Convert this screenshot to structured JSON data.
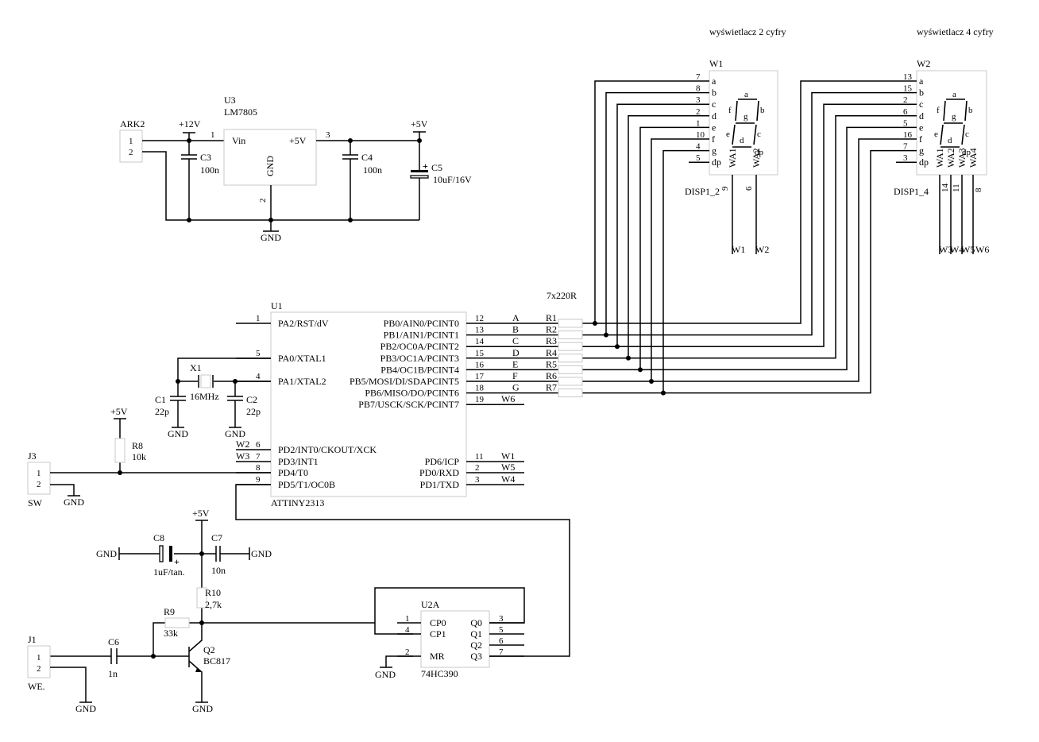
{
  "display_headers": {
    "d2": "wyświetlacz 2 cyfry",
    "d4": "wyświetlacz 4 cyfry"
  },
  "ark2": {
    "ref": "ARK2",
    "p1": "1",
    "p2": "2"
  },
  "u3": {
    "ref": "U3",
    "part": "LM7805",
    "vin": "Vin",
    "vout": "+5V",
    "gnd": "GND",
    "pin_in": "1",
    "pin_out": "3",
    "pin_gnd": "2"
  },
  "power": {
    "p12": "+12V",
    "p5": "+5V",
    "gnd": "GND"
  },
  "c3": {
    "ref": "C3",
    "val": "100n"
  },
  "c4": {
    "ref": "C4",
    "val": "100n"
  },
  "c5": {
    "ref": "C5",
    "val": "10uF/16V"
  },
  "w1disp": {
    "ref": "W1",
    "name": "DISP1_2",
    "pin_nums": [
      "7",
      "8",
      "3",
      "2",
      "1",
      "10",
      "4",
      "5"
    ],
    "pin_labels": [
      "a",
      "b",
      "c",
      "d",
      "e",
      "f",
      "g",
      "dp"
    ],
    "seg_letters": [
      "a",
      "b",
      "c",
      "d",
      "e",
      "f",
      "g",
      "dp"
    ],
    "anodes": [
      "WA1",
      "WA2"
    ],
    "anode_pins": [
      "9",
      "6"
    ],
    "nets": [
      "W1",
      "W2"
    ]
  },
  "w2disp": {
    "ref": "W2",
    "name": "DISP1_4",
    "pin_nums": [
      "13",
      "15",
      "2",
      "6",
      "5",
      "16",
      "7",
      "3"
    ],
    "pin_labels": [
      "a",
      "b",
      "c",
      "d",
      "e",
      "f",
      "g",
      "dp"
    ],
    "seg_letters": [
      "a",
      "b",
      "c",
      "d",
      "e",
      "f",
      "g",
      "dp"
    ],
    "anodes": [
      "WA1",
      "WA2",
      "WA3",
      "WA4"
    ],
    "anode_pins": [
      "14",
      "11",
      "",
      "8"
    ],
    "nets": [
      "W3",
      "W4",
      "W5",
      "W6"
    ]
  },
  "u1": {
    "ref": "U1",
    "part": "ATTINY2313",
    "left_pins": [
      {
        "num": "1",
        "name": "PA2/RST/dV",
        "net": ""
      },
      {
        "num": "5",
        "name": "PA0/XTAL1",
        "net": ""
      },
      {
        "num": "4",
        "name": "PA1/XTAL2",
        "net": ""
      },
      {
        "num": "6",
        "name": "PD2/INT0/CKOUT/XCK",
        "net": "W2"
      },
      {
        "num": "7",
        "name": "PD3/INT1",
        "net": "W3"
      },
      {
        "num": "8",
        "name": "PD4/T0",
        "net": ""
      },
      {
        "num": "9",
        "name": "PD5/T1/OC0B",
        "net": ""
      }
    ],
    "right_pins": [
      {
        "num": "12",
        "name": "PB0/AIN0/PCINT0",
        "net": "A"
      },
      {
        "num": "13",
        "name": "PB1/AIN1/PCINT1",
        "net": "B"
      },
      {
        "num": "14",
        "name": "PB2/OC0A/PCINT2",
        "net": "C"
      },
      {
        "num": "15",
        "name": "PB3/OC1A/PCINT3",
        "net": "D"
      },
      {
        "num": "16",
        "name": "PB4/OC1B/PCINT4",
        "net": "E"
      },
      {
        "num": "17",
        "name": "PB5/MOSI/DI/SDAPCINT5",
        "net": "F"
      },
      {
        "num": "18",
        "name": "PB6/MISO/DO/PCINT6",
        "net": "G"
      },
      {
        "num": "19",
        "name": "PB7/USCK/SCK/PCINT7",
        "net": "W6"
      }
    ],
    "right_pins2": [
      {
        "num": "11",
        "name": "PD6/ICP",
        "net": "W1"
      },
      {
        "num": "2",
        "name": "PD0/RXD",
        "net": "W5"
      },
      {
        "num": "3",
        "name": "PD1/TXD",
        "net": "W4"
      }
    ]
  },
  "rnet": {
    "label": "7x220R",
    "refs": [
      "R1",
      "R2",
      "R3",
      "R4",
      "R5",
      "R6",
      "R7"
    ]
  },
  "x1": {
    "ref": "X1",
    "val": "16MHz"
  },
  "c1": {
    "ref": "C1",
    "val": "22p"
  },
  "c2": {
    "ref": "C2",
    "val": "22p"
  },
  "r8": {
    "ref": "R8",
    "val": "10k"
  },
  "j3": {
    "ref": "J3",
    "p1": "1",
    "p2": "2",
    "label": "SW"
  },
  "c8": {
    "ref": "C8",
    "val": "1uF/tan."
  },
  "c7": {
    "ref": "C7",
    "val": "10n"
  },
  "r10": {
    "ref": "R10",
    "val": "2,7k"
  },
  "r9": {
    "ref": "R9",
    "val": "33k"
  },
  "q2": {
    "ref": "Q2",
    "part": "BC817"
  },
  "c6": {
    "ref": "C6",
    "val": "1n"
  },
  "j1": {
    "ref": "J1",
    "p1": "1",
    "p2": "2",
    "label": "WE."
  },
  "u2a": {
    "ref": "U2A",
    "part": "74HC390",
    "left_pins": [
      {
        "num": "1",
        "name": "CP0"
      },
      {
        "num": "4",
        "name": "CP1"
      },
      {
        "num": "2",
        "name": "MR"
      }
    ],
    "right_pins": [
      {
        "num": "3",
        "name": "Q0"
      },
      {
        "num": "5",
        "name": "Q1"
      },
      {
        "num": "6",
        "name": "Q2"
      },
      {
        "num": "7",
        "name": "Q3"
      }
    ]
  }
}
